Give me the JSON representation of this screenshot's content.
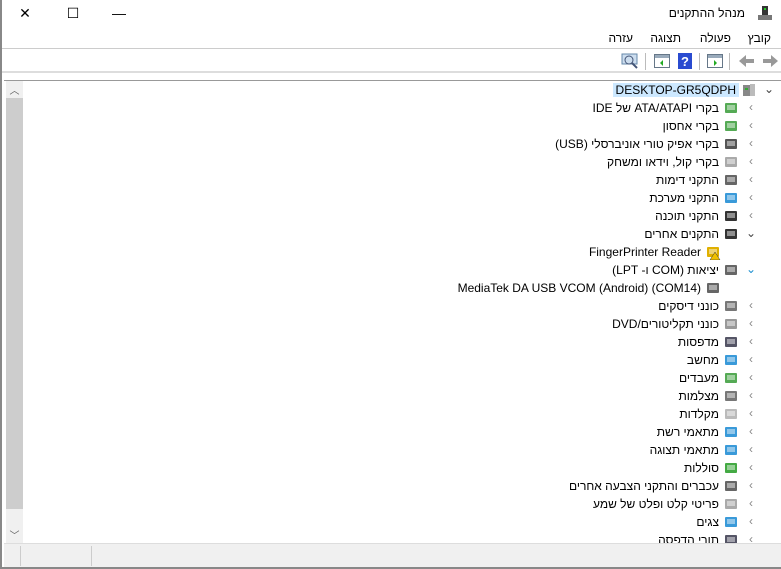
{
  "window": {
    "title": "מנהל ההתקנים",
    "close": "✕",
    "maximize": "☐",
    "minimize": "—"
  },
  "menu": [
    "קובץ",
    "פעולה",
    "תצוגה",
    "עזרה"
  ],
  "toolbar": {
    "icons": [
      "forward-arrow-icon",
      "back-arrow-icon",
      "properties-icon",
      "help-icon",
      "update-driver-icon",
      "scan-hardware-icon"
    ]
  },
  "tree": {
    "root": "DESKTOP-GR5QDPH",
    "items": [
      {
        "label": "בקרי ATA/ATAPI של IDE",
        "icon": "ide-controller-icon",
        "state": "collapsed",
        "level": 1
      },
      {
        "label": "בקרי אחסון",
        "icon": "storage-controller-icon",
        "state": "collapsed",
        "level": 1
      },
      {
        "label": "בקרי אפיק טורי אוניברסלי (USB)",
        "icon": "usb-icon",
        "state": "collapsed",
        "level": 1
      },
      {
        "label": "בקרי קול, וידאו ומשחק",
        "icon": "speaker-icon",
        "state": "collapsed",
        "level": 1
      },
      {
        "label": "התקני דימות",
        "icon": "imaging-device-icon",
        "state": "collapsed",
        "level": 1
      },
      {
        "label": "התקני מערכת",
        "icon": "system-device-icon",
        "state": "collapsed",
        "level": 1
      },
      {
        "label": "התקני תוכנה",
        "icon": "software-device-icon",
        "state": "collapsed",
        "level": 1
      },
      {
        "label": "התקנים אחרים",
        "icon": "unknown-device-icon",
        "state": "expanded",
        "level": 1
      },
      {
        "label": "FingerPrinter Reader",
        "icon": "warning-device-icon",
        "state": "leaf",
        "level": 2
      },
      {
        "label": "יציאות (COM ו- LPT)",
        "icon": "port-icon",
        "state": "expanded-hover",
        "level": 1
      },
      {
        "label": "(COM14) MediaTek DA USB VCOM (Android)",
        "icon": "port-icon",
        "state": "leaf",
        "level": 2
      },
      {
        "label": "כונני דיסקים",
        "icon": "disk-drive-icon",
        "state": "collapsed",
        "level": 1
      },
      {
        "label": "כונני תקליטורים/DVD",
        "icon": "dvd-drive-icon",
        "state": "collapsed",
        "level": 1
      },
      {
        "label": "מדפסות",
        "icon": "printer-icon",
        "state": "collapsed",
        "level": 1
      },
      {
        "label": "מחשב",
        "icon": "computer-icon",
        "state": "collapsed",
        "level": 1
      },
      {
        "label": "מעבדים",
        "icon": "processor-icon",
        "state": "collapsed",
        "level": 1
      },
      {
        "label": "מצלמות",
        "icon": "camera-icon",
        "state": "collapsed",
        "level": 1
      },
      {
        "label": "מקלדות",
        "icon": "keyboard-icon",
        "state": "collapsed",
        "level": 1
      },
      {
        "label": "מתאמי רשת",
        "icon": "network-adapter-icon",
        "state": "collapsed",
        "level": 1
      },
      {
        "label": "מתאמי תצוגה",
        "icon": "display-adapter-icon",
        "state": "collapsed",
        "level": 1
      },
      {
        "label": "סוללות",
        "icon": "battery-icon",
        "state": "collapsed",
        "level": 1
      },
      {
        "label": "עכברים והתקני הצבעה אחרים",
        "icon": "mouse-icon",
        "state": "collapsed",
        "level": 1
      },
      {
        "label": "פריטי קלט ופלט של שמע",
        "icon": "audio-io-icon",
        "state": "collapsed",
        "level": 1
      },
      {
        "label": "צגים",
        "icon": "monitor-icon",
        "state": "collapsed",
        "level": 1
      },
      {
        "label": "תורי הדפסה",
        "icon": "print-queue-icon",
        "state": "collapsed",
        "level": 1
      }
    ]
  },
  "colors": {
    "selection": "#cce8ff",
    "hover_chevron": "#1e90d0"
  }
}
